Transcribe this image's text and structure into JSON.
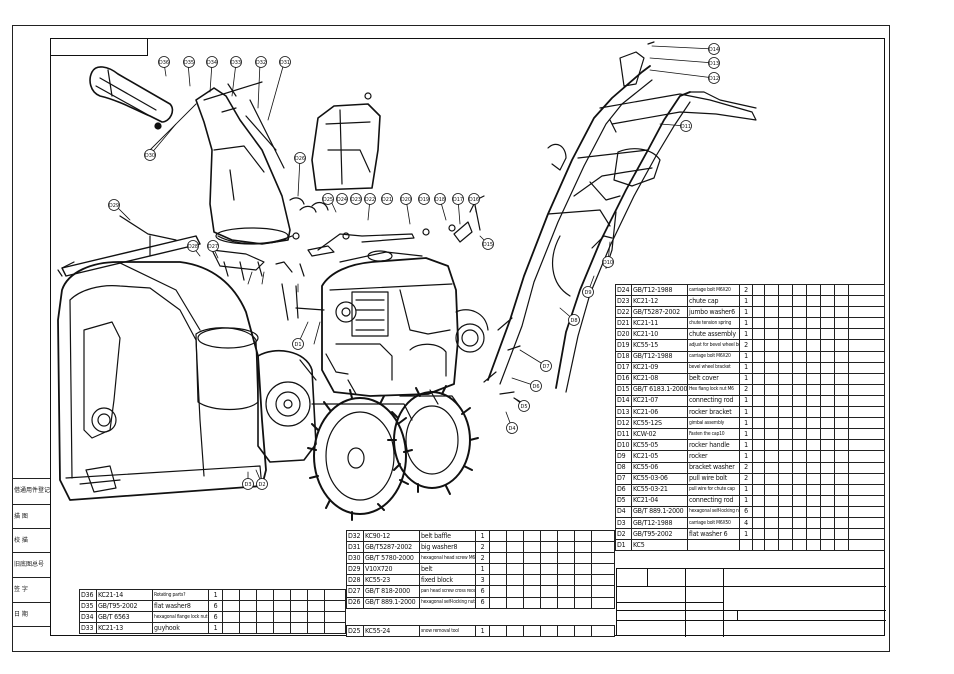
{
  "side_strip": {
    "labels": [
      "借通用件登记",
      "描 图",
      "校 描",
      "旧底图总号",
      "签 字",
      "日 期"
    ]
  },
  "callouts": [
    "D1",
    "D2",
    "D3",
    "D4",
    "D5",
    "D6",
    "D7",
    "D8",
    "D9",
    "D10",
    "D11",
    "D12",
    "D13",
    "D14",
    "D15",
    "D16",
    "D17",
    "D18",
    "D19",
    "D20",
    "D21",
    "D22",
    "D23",
    "D24",
    "D25",
    "D26",
    "D27",
    "D28",
    "D29",
    "D30",
    "D31",
    "D32",
    "D33",
    "D34",
    "D35",
    "D36"
  ],
  "bom_right": [
    {
      "no": "D24",
      "code": "GB/T12-1988",
      "name": "carriage bolt M6X20",
      "qty": "2"
    },
    {
      "no": "D23",
      "code": "KC21-12",
      "name": "chute cap",
      "qty": "1"
    },
    {
      "no": "D22",
      "code": "GB/T5287-2002",
      "name": "jumbo washer6",
      "qty": "1"
    },
    {
      "no": "D21",
      "code": "KC21-11",
      "name": "chute tension spring",
      "qty": "1"
    },
    {
      "no": "D20",
      "code": "KC21-10",
      "name": "chute assembly",
      "qty": "1"
    },
    {
      "no": "D19",
      "code": "KC55-15",
      "name": "adjust for bevel wheel bracket",
      "qty": "2"
    },
    {
      "no": "D18",
      "code": "GB/T12-1988",
      "name": "carriage bolt M6X20",
      "qty": "1"
    },
    {
      "no": "D17",
      "code": "KC21-09",
      "name": "bevel wheel bracket",
      "qty": "1"
    },
    {
      "no": "D16",
      "code": "KC21-08",
      "name": "belt cover",
      "qty": "1"
    },
    {
      "no": "D15",
      "code": "GB/T 6183.1-2000",
      "name": "Hex flang lock nut M6",
      "qty": "2"
    },
    {
      "no": "D14",
      "code": "KC21-07",
      "name": "connecting rod",
      "qty": "1"
    },
    {
      "no": "D13",
      "code": "KC21-06",
      "name": "rocker bracket",
      "qty": "1"
    },
    {
      "no": "D12",
      "code": "KC55-12S",
      "name": "gimbal assembly",
      "qty": "1"
    },
    {
      "no": "D11",
      "code": "KCW-02",
      "name": "Fasten the cap10",
      "qty": "1"
    },
    {
      "no": "D10",
      "code": "KC55-05",
      "name": "rocker handle",
      "qty": "1"
    },
    {
      "no": "D9",
      "code": "KC21-05",
      "name": "rocker",
      "qty": "1"
    },
    {
      "no": "D8",
      "code": "KC55-06",
      "name": "bracket washer",
      "qty": "2"
    },
    {
      "no": "D7",
      "code": "KC55-03-06",
      "name": "pull wire bolt",
      "qty": "2"
    },
    {
      "no": "D6",
      "code": "KC55-03-21",
      "name": "pull wire for chute cap",
      "qty": "1"
    },
    {
      "no": "D5",
      "code": "KC21-04",
      "name": "connecting rod",
      "qty": "1"
    },
    {
      "no": "D4",
      "code": "GB/T 889.1-2000",
      "name": "hexagonal self-locking nut M6",
      "qty": "6"
    },
    {
      "no": "D3",
      "code": "GB/T12-1988",
      "name": "carriage bolt M6X50",
      "qty": "4"
    },
    {
      "no": "D2",
      "code": "GB/T95-2002",
      "name": "flat washer 6",
      "qty": "1"
    },
    {
      "no": "D1",
      "code": "KC5",
      "name": "",
      "qty": ""
    }
  ],
  "bom_mid": [
    {
      "no": "D32",
      "code": "KC90-12",
      "name": "belt baffle",
      "qty": "1"
    },
    {
      "no": "D31",
      "code": "GB/T5287-2002",
      "name": "big washer8",
      "qty": "2"
    },
    {
      "no": "D30",
      "code": "GB/T 5780-2000",
      "name": "hexagonal head screw M6X20",
      "qty": "2"
    },
    {
      "no": "D29",
      "code": "V10X720",
      "name": "belt",
      "qty": "1"
    },
    {
      "no": "D28",
      "code": "KC55-23",
      "name": "fixed block",
      "qty": "3"
    },
    {
      "no": "D27",
      "code": "GB/T 818-2000",
      "name": "pan head screw cross recess M6X16",
      "qty": "6"
    },
    {
      "no": "D26",
      "code": "GB/T 889.1-2000",
      "name": "hexagonal self-locking nut M6",
      "qty": "6"
    }
  ],
  "bom_mid_last": {
    "no": "D25",
    "code": "KC55-24",
    "name": "snow removal tool",
    "qty": "1"
  },
  "bom_left": [
    {
      "no": "D36",
      "code": "KC21-14",
      "name": "Rotating parts?",
      "qty": "1"
    },
    {
      "no": "D35",
      "code": "GB/T95-2002",
      "name": "flat washer8",
      "qty": "6"
    },
    {
      "no": "D34",
      "code": "GB/T 6563",
      "name": "hexagonal flange lock nut M8",
      "qty": "6"
    },
    {
      "no": "D33",
      "code": "KC21-13",
      "name": "guyhook",
      "qty": "1"
    }
  ]
}
